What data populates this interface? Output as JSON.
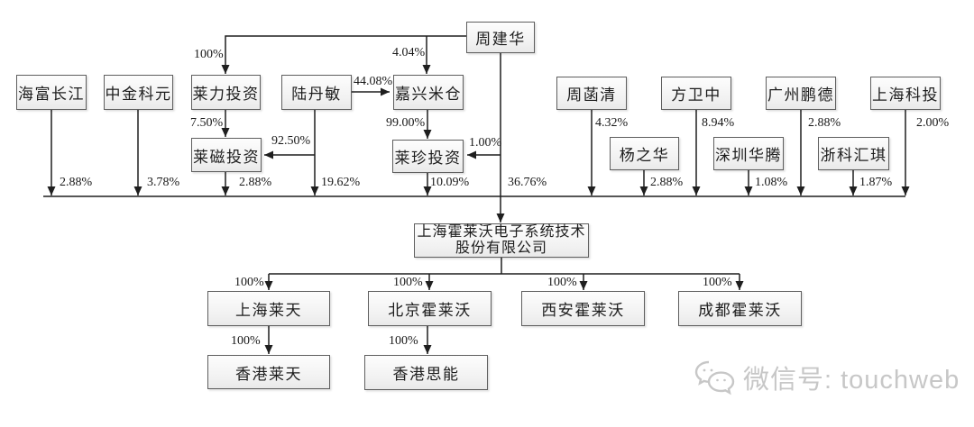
{
  "diagram_type": "equity-ownership-structure-chart",
  "company": {
    "line1": "上海霍莱沃电子系统技术",
    "line2": "股份有限公司"
  },
  "nodes": {
    "haifu": "海富长江",
    "zhongjin": "中金科元",
    "laili": "莱力投资",
    "ludanmin": "陆丹敏",
    "jiaxing": "嘉兴米仓",
    "zhoujianhua": "周建华",
    "zhouhanqing": "周菡清",
    "fangweizhong": "方卫中",
    "gzpengde": "广州鹏德",
    "shketou": "上海科投",
    "laici": "莱磁投资",
    "laizhen": "莱珍投资",
    "yangzhihua": "杨之华",
    "szhuateng": "深圳华腾",
    "zkhuiqi": "浙科汇琪",
    "shlaitian": "上海莱天",
    "bjhuolaiwo": "北京霍莱沃",
    "xahuolaiwo": "西安霍莱沃",
    "cdhuolaiwo": "成都霍莱沃",
    "hklaitian": "香港莱天",
    "hksineng": "香港思能"
  },
  "edges": [
    {
      "from": "周建华",
      "to": "莱力投资",
      "pct": "100%"
    },
    {
      "from": "周建华",
      "to": "嘉兴米仓",
      "pct": "4.04%"
    },
    {
      "from": "陆丹敏",
      "to": "嘉兴米仓",
      "pct": "44.08%"
    },
    {
      "from": "莱力投资",
      "to": "莱磁投资",
      "pct": "7.50%"
    },
    {
      "from": "陆丹敏",
      "to": "莱磁投资",
      "pct": "92.50%"
    },
    {
      "from": "嘉兴米仓",
      "to": "莱珍投资",
      "pct": "99.00%"
    },
    {
      "from": "周建华",
      "to": "莱珍投资",
      "pct": "1.00%"
    },
    {
      "from": "海富长江",
      "to": "上海霍莱沃电子系统技术股份有限公司",
      "pct": "2.88%"
    },
    {
      "from": "中金科元",
      "to": "上海霍莱沃电子系统技术股份有限公司",
      "pct": "3.78%"
    },
    {
      "from": "莱磁投资",
      "to": "上海霍莱沃电子系统技术股份有限公司",
      "pct": "2.88%"
    },
    {
      "from": "陆丹敏",
      "to": "上海霍莱沃电子系统技术股份有限公司",
      "pct": "19.62%"
    },
    {
      "from": "莱珍投资",
      "to": "上海霍莱沃电子系统技术股份有限公司",
      "pct": "10.09%"
    },
    {
      "from": "周建华",
      "to": "上海霍莱沃电子系统技术股份有限公司",
      "pct": "36.76%"
    },
    {
      "from": "周菡清",
      "to": "上海霍莱沃电子系统技术股份有限公司",
      "pct": "4.32%"
    },
    {
      "from": "杨之华",
      "to": "上海霍莱沃电子系统技术股份有限公司",
      "pct": "2.88%"
    },
    {
      "from": "方卫中",
      "to": "上海霍莱沃电子系统技术股份有限公司",
      "pct": "8.94%"
    },
    {
      "from": "深圳华腾",
      "to": "上海霍莱沃电子系统技术股份有限公司",
      "pct": "1.08%"
    },
    {
      "from": "广州鹏德",
      "to": "上海霍莱沃电子系统技术股份有限公司",
      "pct": "2.88%"
    },
    {
      "from": "浙科汇琪",
      "to": "上海霍莱沃电子系统技术股份有限公司",
      "pct": "1.87%"
    },
    {
      "from": "上海科投",
      "to": "上海霍莱沃电子系统技术股份有限公司",
      "pct": "2.00%"
    },
    {
      "from": "上海霍莱沃电子系统技术股份有限公司",
      "to": "上海莱天",
      "pct": "100%"
    },
    {
      "from": "上海霍莱沃电子系统技术股份有限公司",
      "to": "北京霍莱沃",
      "pct": "100%"
    },
    {
      "from": "上海霍莱沃电子系统技术股份有限公司",
      "to": "西安霍莱沃",
      "pct": "100%"
    },
    {
      "from": "上海霍莱沃电子系统技术股份有限公司",
      "to": "成都霍莱沃",
      "pct": "100%"
    },
    {
      "from": "上海莱天",
      "to": "香港莱天",
      "pct": "100%"
    },
    {
      "from": "北京霍莱沃",
      "to": "香港思能",
      "pct": "100%"
    }
  ],
  "watermark": {
    "icon": "wechat-icon",
    "text": "微信号: touchweb"
  },
  "colors": {
    "background": "#ffffff",
    "line": "#1f1f1f",
    "box_border": "#5f5f5f",
    "box_fill": "#f1f1f1",
    "text": "#1d1d1d",
    "watermark": "#c7c7c7"
  }
}
